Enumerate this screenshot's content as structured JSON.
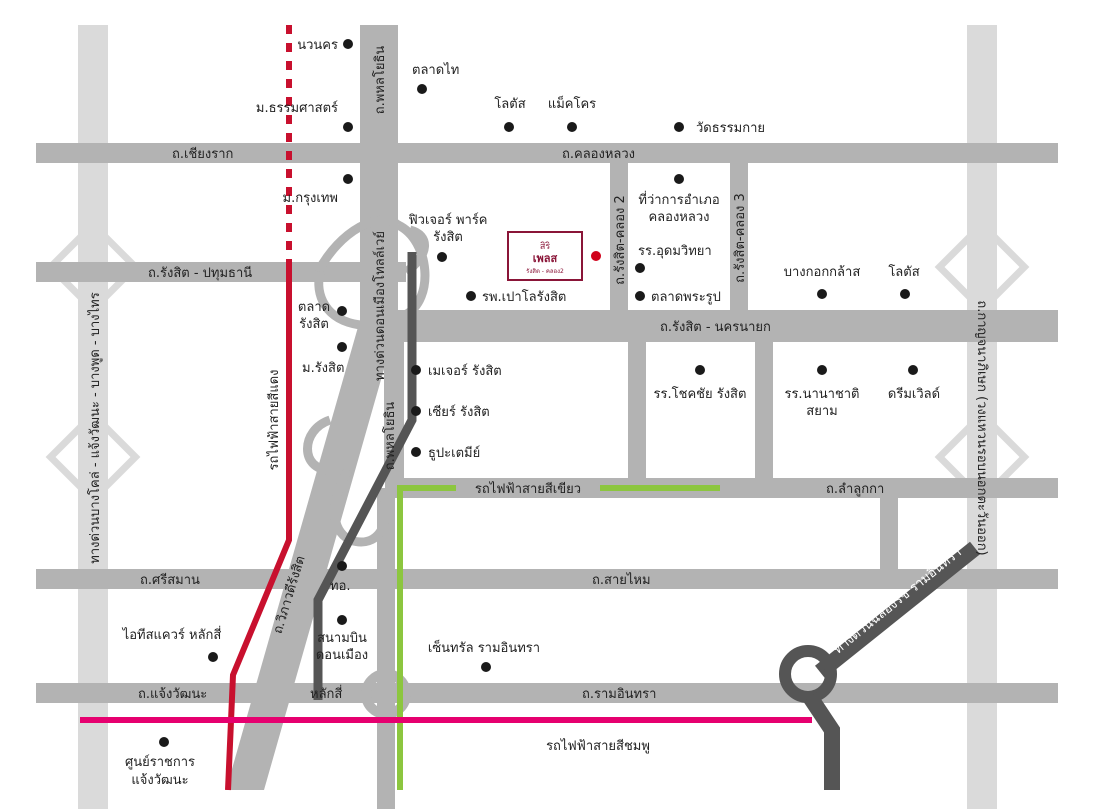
{
  "colors": {
    "road": "#b3b3b3",
    "road_side": "#dadada",
    "expressway": "#555555",
    "red_line": "#c8102e",
    "green_line": "#8cc63f",
    "pink_line": "#e6006f",
    "marker": "#1a1a1a",
    "destination_marker": "#d0021b",
    "logo_border": "#8a1538"
  },
  "roads": {
    "left_expressway": "ทางด่วนบางโคล่ - แจ้งวัฒนะ - บางพูด - บางไทร",
    "right_expressway": "ถ.กาญจนาภิเษก (วงแหวนรอบนอกตะวันออก)",
    "chiang_rak": "ถ.เชียงราก",
    "khlong_luang": "ถ.คลองหลวง",
    "rangsit_pathum": "ถ.รังสิต - ปทุมธานี",
    "rangsit_nakhon_nayok": "ถ.รังสิต - นครนายก",
    "phahonyothin_north": "ถ.พหลโยธิน",
    "phahonyothin_south": "ถ.พหลโยธิน",
    "don_mueang_tollway": "ทางด่วนดอนเมืองโทลล์เวย์",
    "vibhavadi": "ถ.วิภาวดีรังสิต",
    "rangsit_khlong2": "ถ.รังสิต-คลอง 2",
    "rangsit_khlong3": "ถ.รังสิต-คลอง 3",
    "lam_luk_ka": "ถ.ลำลูกกา",
    "sri_saman": "ถ.ศรีสมาน",
    "sai_mai": "ถ.สายไหม",
    "chaeng_watthana": "ถ.แจ้งวัฒนะ",
    "ram_intra": "ถ.รามอินทรา",
    "chalong_rat": "ทางด่วนฉลองรัช รามอินทรา",
    "red_line": "รถไฟฟ้าสายสีแดง",
    "green_line": "รถไฟฟ้าสายสีเขียว",
    "pink_line": "รถไฟฟ้าสายสีชมพู",
    "lak_si": "หลักสี่"
  },
  "places": {
    "nawanakorn": "นวนคร",
    "thammasat": "ม.ธรรมศาสตร์",
    "talad_thai": "ตลาดไท",
    "lotus_1": "โลตัส",
    "makro": "แม็คโคร",
    "wat_thammakai": "วัดธรรมกาย",
    "bangkok_univ": "ม.กรุงเทพ",
    "future_park_1": "ฟิวเจอร์ พาร์ค",
    "future_park_2": "รังสิต",
    "district_office_1": "ที่ว่าการอำเภอ",
    "district_office_2": "คลองหลวง",
    "udom_school": "รร.อุดมวิทยา",
    "bangkok_glass": "บางกอกกล้าส",
    "lotus_2": "โลตัส",
    "paolo_hospital": "รพ.เปาโลรังสิต",
    "talad_phrarup": "ตลาดพระรูป",
    "talad_rangsit_1": "ตลาด",
    "talad_rangsit_2": "รังสิต",
    "rangsit_univ": "ม.รังสิต",
    "major_rangsit": "เมเจอร์ รังสิต",
    "chokchai_school": "รร.โชคชัย รังสิต",
    "nanachat_1": "รร.นานาชาติ",
    "nanachat_2": "สยาม",
    "dreamworld": "ดรีมเวิลด์",
    "zeer_rangsit": "เซียร์ รังสิต",
    "thupatemee": "ธูปะเตมีย์",
    "tor_or": "ทอ.",
    "don_mueang_1": "สนามบิน",
    "don_mueang_2": "ดอนเมือง",
    "it_square": "ไอทีสแควร์ หลักสี่",
    "central_ramintra": "เซ็นทรัล รามอินทรา",
    "govt_center_1": "ศูนย์ราชการ",
    "govt_center_2": "แจ้งวัฒนะ"
  },
  "destination": {
    "logo_line1": "สิริ",
    "logo_line2": "เพลส",
    "logo_line3": "รังสิต - คลอง2"
  }
}
